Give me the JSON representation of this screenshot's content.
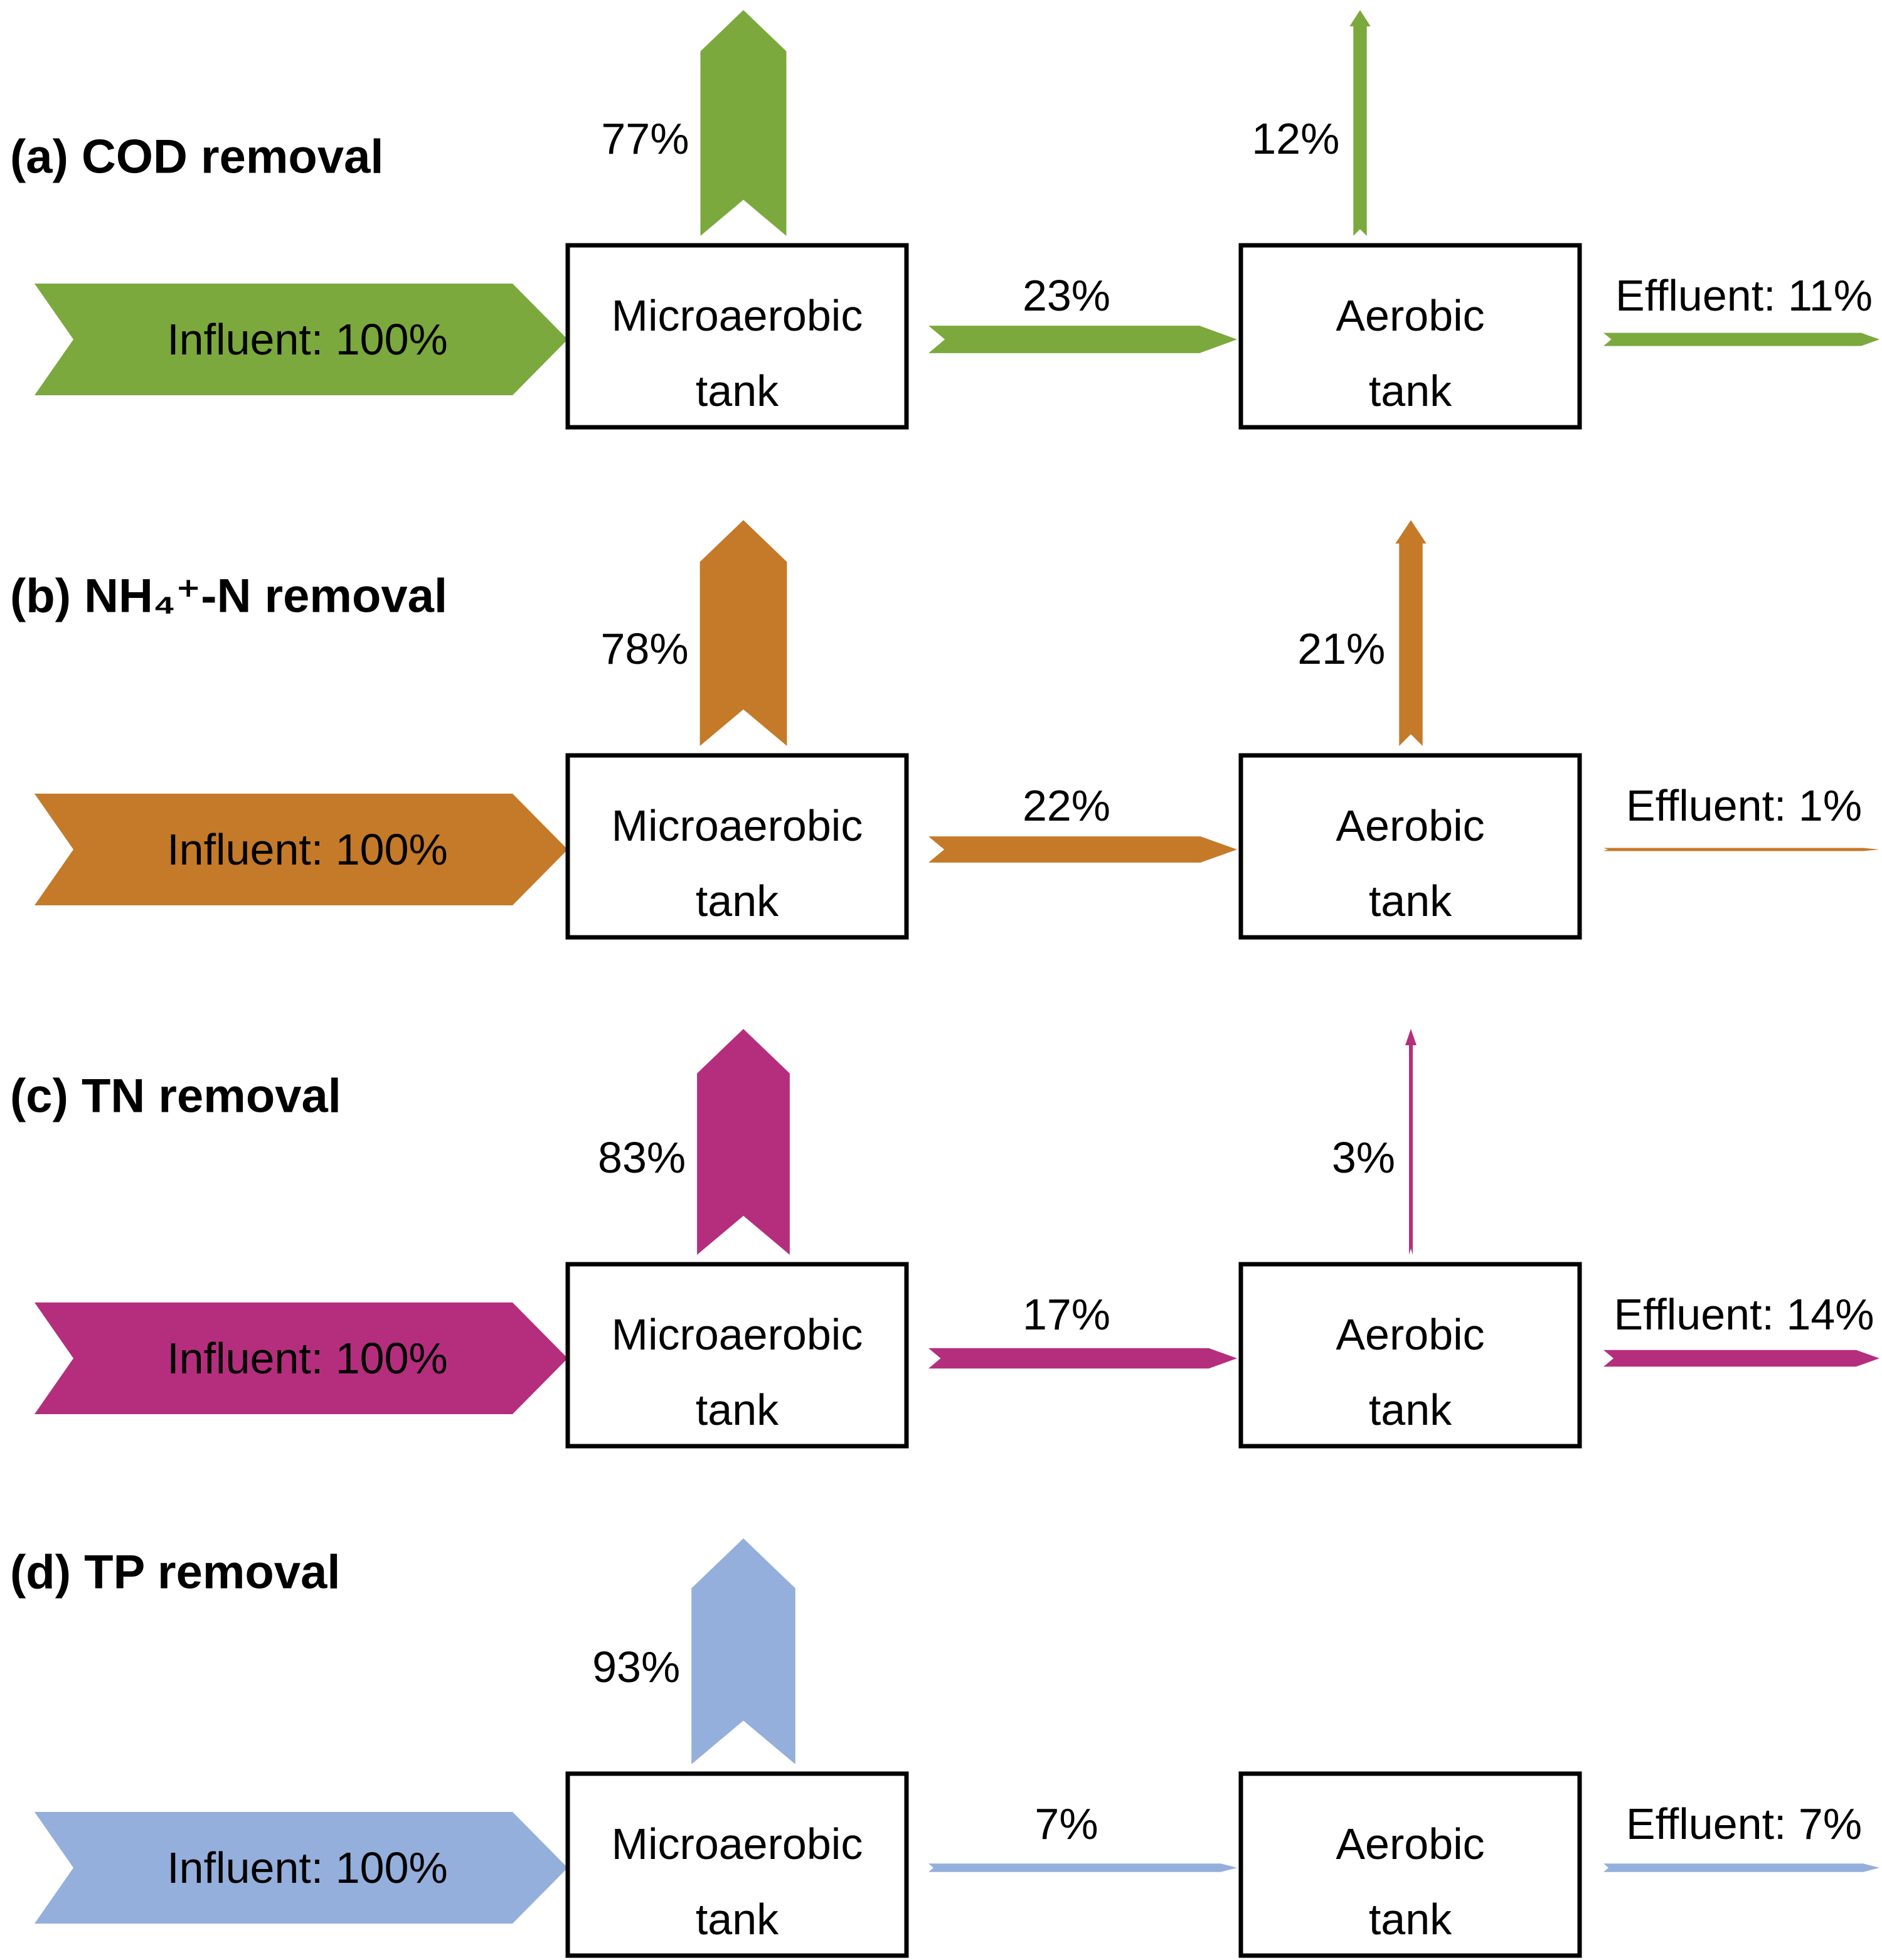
{
  "figure": {
    "background": "#ffffff",
    "text_color": "#000000",
    "box_fill": "#ffffff",
    "box_border": "#000000",
    "tank1": {
      "line1": "Microaerobic",
      "line2": "tank"
    },
    "tank2": {
      "line1": "Aerobic",
      "line2": "tank"
    }
  },
  "panels": [
    {
      "id": "a",
      "title": "(a) COD removal",
      "color": "#7BA93D",
      "influent": {
        "label": "Influent: 100%",
        "value": 100
      },
      "micro_removed": {
        "label": "77%",
        "value": 77
      },
      "transfer": {
        "label": "23%",
        "value": 23
      },
      "aero_removed": {
        "label": "12%",
        "value": 12
      },
      "effluent": {
        "label": "Effluent: 11%",
        "value": 11
      }
    },
    {
      "id": "b",
      "title": "(b) NH₄⁺-N removal",
      "color": "#C47A28",
      "influent": {
        "label": "Influent: 100%",
        "value": 100
      },
      "micro_removed": {
        "label": "78%",
        "value": 78
      },
      "transfer": {
        "label": "22%",
        "value": 22
      },
      "aero_removed": {
        "label": "21%",
        "value": 21
      },
      "effluent": {
        "label": "Effluent: 1%",
        "value": 1
      }
    },
    {
      "id": "c",
      "title": "(c) TN removal",
      "color": "#B52E7D",
      "influent": {
        "label": "Influent: 100%",
        "value": 100
      },
      "micro_removed": {
        "label": "83%",
        "value": 83
      },
      "transfer": {
        "label": "17%",
        "value": 17
      },
      "aero_removed": {
        "label": "3%",
        "value": 3
      },
      "effluent": {
        "label": "Effluent: 14%",
        "value": 14
      }
    },
    {
      "id": "d",
      "title": "(d) TP removal",
      "color": "#94AFDC",
      "influent": {
        "label": "Influent: 100%",
        "value": 100
      },
      "micro_removed": {
        "label": "93%",
        "value": 93
      },
      "transfer": {
        "label": "7%",
        "value": 7
      },
      "aero_removed": null,
      "effluent": {
        "label": "Effluent: 7%",
        "value": 7
      }
    }
  ]
}
